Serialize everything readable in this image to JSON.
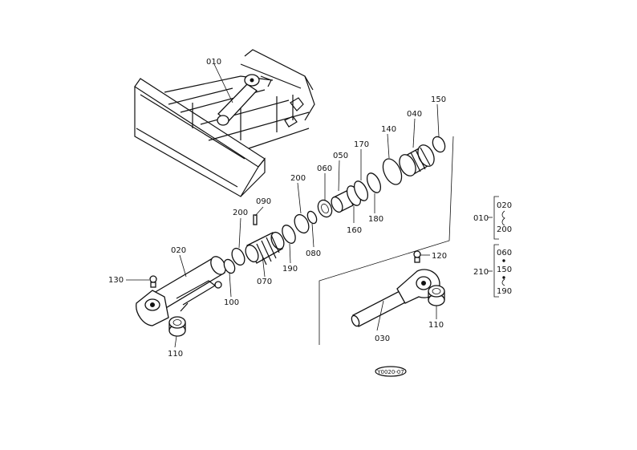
{
  "callouts": {
    "c010": "010",
    "c020": "020",
    "c030": "030",
    "c040": "040",
    "c050": "050",
    "c060": "060",
    "c070": "070",
    "c080": "080",
    "c090": "090",
    "c100": "100",
    "c110a": "110",
    "c110b": "110",
    "c120": "120",
    "c130": "130",
    "c140": "140",
    "c150": "150",
    "c160": "160",
    "c170": "170",
    "c180": "180",
    "c190": "190",
    "c200a": "200",
    "c200b": "200"
  },
  "legend": {
    "g1_parent": "010",
    "g1_top": "020",
    "g1_bottom": "200",
    "g2_parent": "210",
    "g2_top": "060",
    "g2_mid": "150",
    "g2_bottom": "190"
  },
  "badge": "Y0020-07"
}
